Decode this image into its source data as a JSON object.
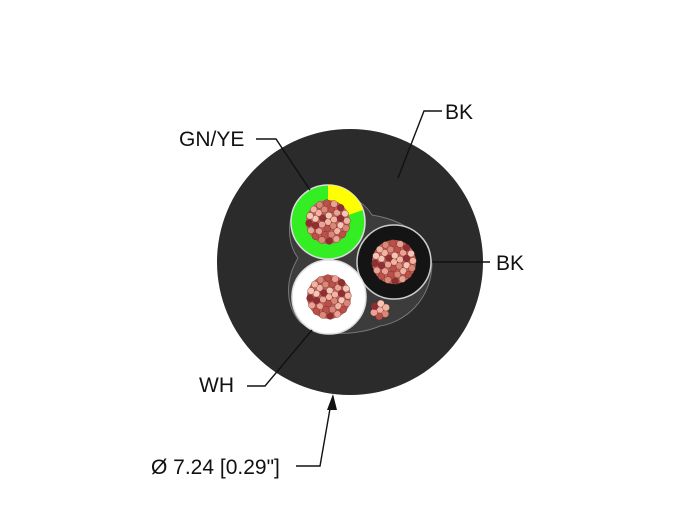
{
  "labels": {
    "gn_ye": "GN/YE",
    "bk_sheath": "BK",
    "bk_core": "BK",
    "wh": "WH",
    "diameter": "Ø 7.24 [0.29\"]"
  },
  "colors": {
    "sheath": "#2b2b2b",
    "filler": "#3c3c3c",
    "green": "#33ee22",
    "yellow": "#ffff00",
    "white": "#ffffff",
    "black_core": "#141414",
    "copper_light": "#e8a08c",
    "copper_dark": "#9e3a3a"
  }
}
